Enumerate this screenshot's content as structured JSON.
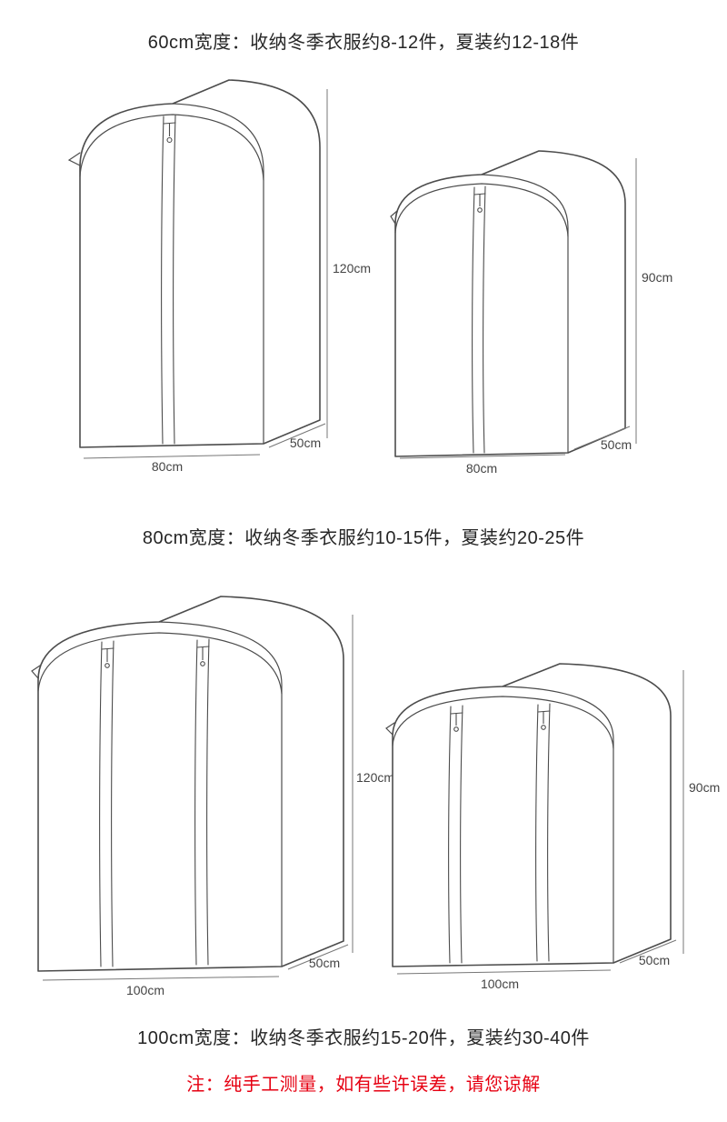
{
  "sections": [
    {
      "heading": "60cm宽度：收纳冬季衣服约8-12件，夏装约12-18件",
      "bags": [
        {
          "height": "120cm",
          "width": "80cm",
          "depth": "50cm"
        },
        {
          "height": "90cm",
          "width": "80cm",
          "depth": "50cm"
        }
      ]
    },
    {
      "heading": "80cm宽度：收纳冬季衣服约10-15件，夏装约20-25件",
      "bags": [
        {
          "height": "120cm",
          "width": "100cm",
          "depth": "50cm"
        },
        {
          "height": "90cm",
          "width": "100cm",
          "depth": "50cm"
        }
      ]
    },
    {
      "heading": "100cm宽度：收纳冬季衣服约15-20件，夏装约30-40件",
      "bags": []
    }
  ],
  "note": {
    "text": "注：纯手工测量，如有些许误差，请您谅解",
    "color": "#e60012"
  },
  "colors": {
    "line": "#4c4c4c",
    "dimension": "#777777",
    "heading": "#262626"
  }
}
